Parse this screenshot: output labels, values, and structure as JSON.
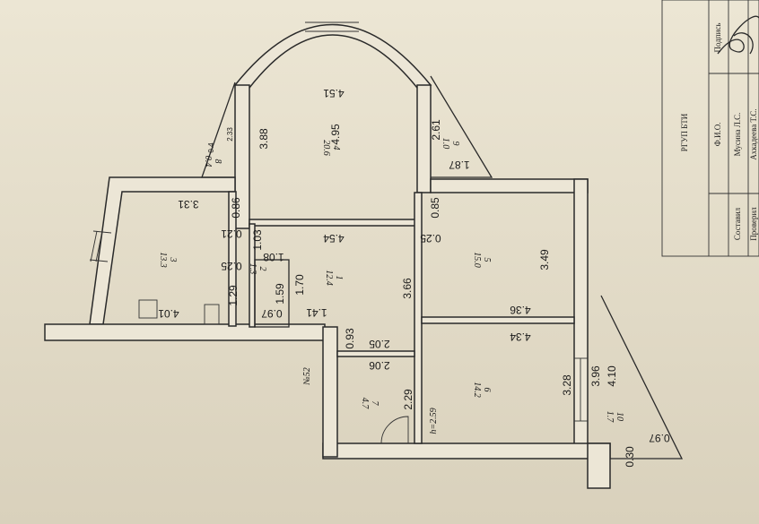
{
  "title_block": {
    "org": "РГУП БТИ",
    "col_name": "Ф.И.О.",
    "col_signature": "Подпись",
    "rows": [
      {
        "role": "Составил",
        "name": "Мусина Л.С."
      },
      {
        "role": "Проверил",
        "name": "Ахкадеева Т.С."
      }
    ]
  },
  "rooms": [
    {
      "num": "1",
      "area": "12.4"
    },
    {
      "num": "2",
      "area": "1.3"
    },
    {
      "num": "3",
      "area": "13.3"
    },
    {
      "num": "4",
      "area": "20.6"
    },
    {
      "num": "5",
      "area": "15.0"
    },
    {
      "num": "6",
      "area": "14.2"
    },
    {
      "num": "7",
      "area": "4.7"
    },
    {
      "num": "8",
      "area": "0.4"
    },
    {
      "num": "9",
      "area": "1.0"
    },
    {
      "num": "10",
      "area": "1.7"
    }
  ],
  "dims": {
    "d451": "4.51",
    "d495": "4.95",
    "d388": "3.88",
    "d261": "2.61",
    "d187": "1.87",
    "d233": "2.33",
    "d085": "0.85",
    "d086": "0.86",
    "d331": "3.31",
    "d021": "0.21",
    "d103": "1.03",
    "d454": "4.54",
    "d025a": "0.25",
    "d025b": "0.25",
    "d108": "1.08",
    "d349": "3.49",
    "d170": "1.70",
    "d159": "1.59",
    "d366": "3.66",
    "d436": "4.36",
    "d434": "4.34",
    "d129": "1.29",
    "d401": "4.01",
    "d097a": "0.97",
    "d141": "1.41",
    "d093": "0.93",
    "d205": "2.05",
    "d206": "2.06",
    "d229": "2.29",
    "d328": "3.28",
    "d396": "3.96",
    "d410": "4.10",
    "d097b": "0.97",
    "d030": "0.30",
    "d_small": "0.4"
  },
  "height_label": "h=2.59",
  "apartment_no": "№52"
}
